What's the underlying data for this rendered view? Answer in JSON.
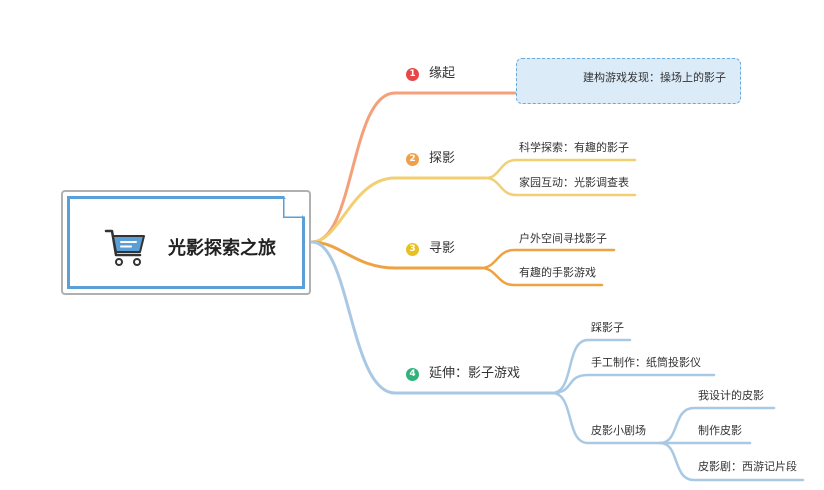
{
  "root": {
    "title": "光影探索之旅",
    "icon": "shopping-cart-icon"
  },
  "branches": [
    {
      "num": "❶",
      "label": "缘起",
      "color": "#f4a07a",
      "num_color": "#e8474a",
      "children": [
        {
          "label": "建构游戏发现：操场上的影子"
        }
      ]
    },
    {
      "num": "❷",
      "label": "探影",
      "color": "#f2cf72",
      "num_color": "#f0a048",
      "children": [
        {
          "label": "科学探索：有趣的影子"
        },
        {
          "label": "家园互动：光影调查表"
        }
      ]
    },
    {
      "num": "❸",
      "label": "寻影",
      "color": "#eda342",
      "num_color": "#e8c020",
      "children": [
        {
          "label": "户外空间寻找影子"
        },
        {
          "label": "有趣的手影游戏"
        }
      ]
    },
    {
      "num": "❹",
      "label": "延伸：影子游戏",
      "color": "#a9c8e4",
      "num_color": "#2fb37a",
      "children": [
        {
          "label": "踩影子"
        },
        {
          "label": "手工制作：纸筒投影仪"
        },
        {
          "label": "皮影小剧场",
          "children": [
            {
              "label": "我设计的皮影"
            },
            {
              "label": "制作皮影"
            },
            {
              "label": "皮影剧：西游记片段"
            }
          ]
        }
      ]
    }
  ]
}
